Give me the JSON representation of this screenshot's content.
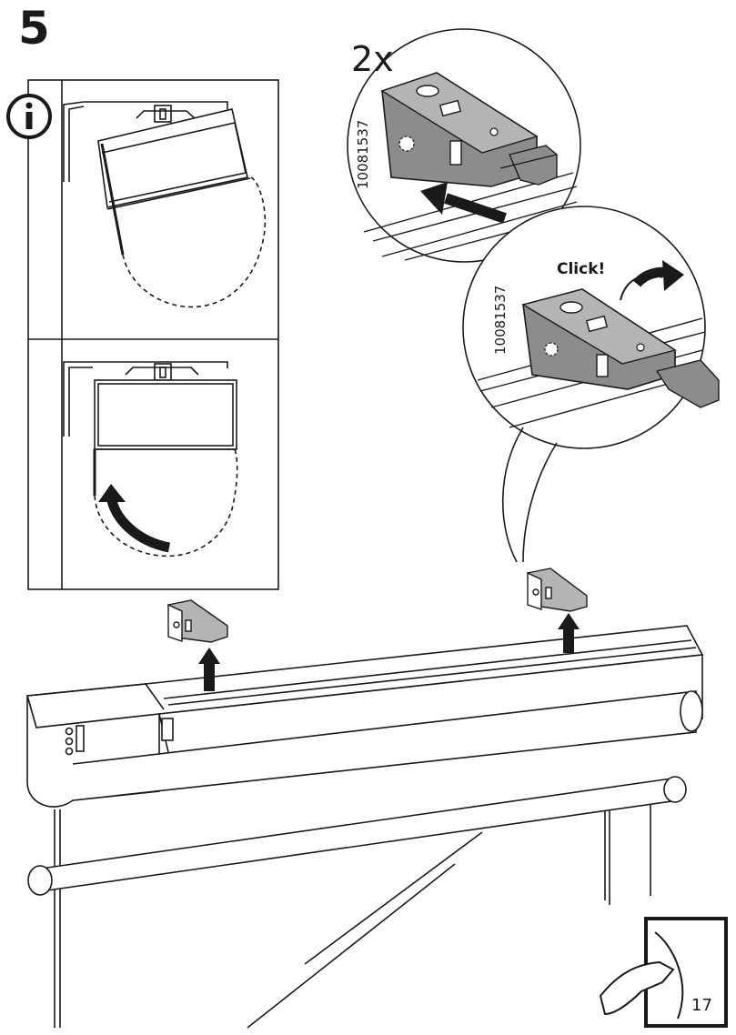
{
  "step": {
    "number": "5"
  },
  "info": {
    "icon": "info-icon"
  },
  "detail": {
    "quantity": "2x",
    "part_code_top": "10081537",
    "part_code_bottom": "10081537",
    "click_text": "Click!"
  },
  "page": {
    "number": "17",
    "icon": "page-turn-icon"
  },
  "colors": {
    "ink": "#1a1a1a",
    "bracket_fill": "#8c8c8c",
    "bracket_light": "#c8c8c8"
  }
}
